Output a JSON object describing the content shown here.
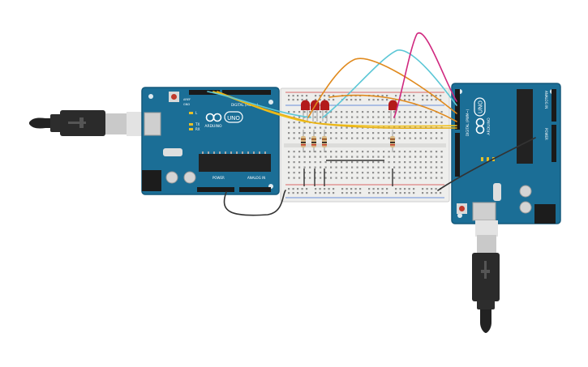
{
  "board_left": {
    "brand": "ARDUINO",
    "model": "UNO",
    "digital_label": "DIGITAL (PWM~)",
    "power_label": "POWER",
    "analog_label": "ANALOG IN",
    "pin_l": "L",
    "pin_tx": "TX",
    "pin_rx": "RX",
    "pin_aref": "AREF",
    "pin_gnd": "GND"
  },
  "board_right": {
    "brand": "ARDUINO",
    "model": "UNO",
    "digital_label": "DIGITAL (PWM~)",
    "power_label": "POWER",
    "analog_label": "ANALOG IN"
  },
  "colors": {
    "board": "#1b6e96",
    "board_edge": "#14597b",
    "breadboard": "#eeeeec",
    "usb_plug": "#2b2b2b",
    "led": "#b31b1b",
    "wire_orange": "#e08a1e",
    "wire_cyan": "#5cc7d6",
    "wire_magenta": "#d0287f",
    "wire_yellow": "#f1c21b",
    "wire_black": "#333333"
  },
  "components": {
    "leds": 4,
    "resistors": 4,
    "boards": 2,
    "usb_cables": 2
  }
}
